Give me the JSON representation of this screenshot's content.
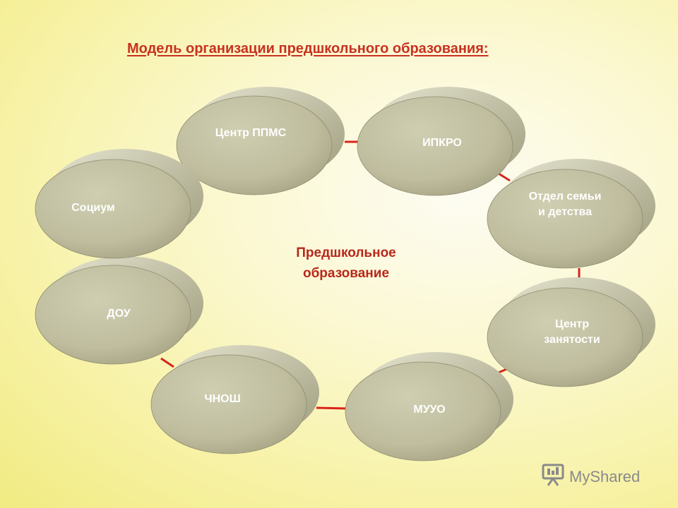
{
  "title": "Модель организации предшкольного образования:",
  "center": {
    "line1": "Предшкольное",
    "line2": "образование"
  },
  "nodes": {
    "ppms": "Центр ППМС",
    "ipkro": "ИПКРО",
    "family": {
      "line1": "Отдел семьи",
      "line2": "и детства"
    },
    "employment": {
      "line1": "Центр",
      "line2": "занятости"
    },
    "muuo": "МУУО",
    "chnosh": "ЧНОШ",
    "dou": "ДОУ",
    "socium": "Социум"
  },
  "colors": {
    "ellipse": "#bdbc9c",
    "ellipse_edge": "#8f8d70",
    "connector": "#d8241c",
    "title": "#c8311f"
  },
  "watermark": {
    "brand": "MyShared",
    "icon": "projector-screen-icon"
  }
}
